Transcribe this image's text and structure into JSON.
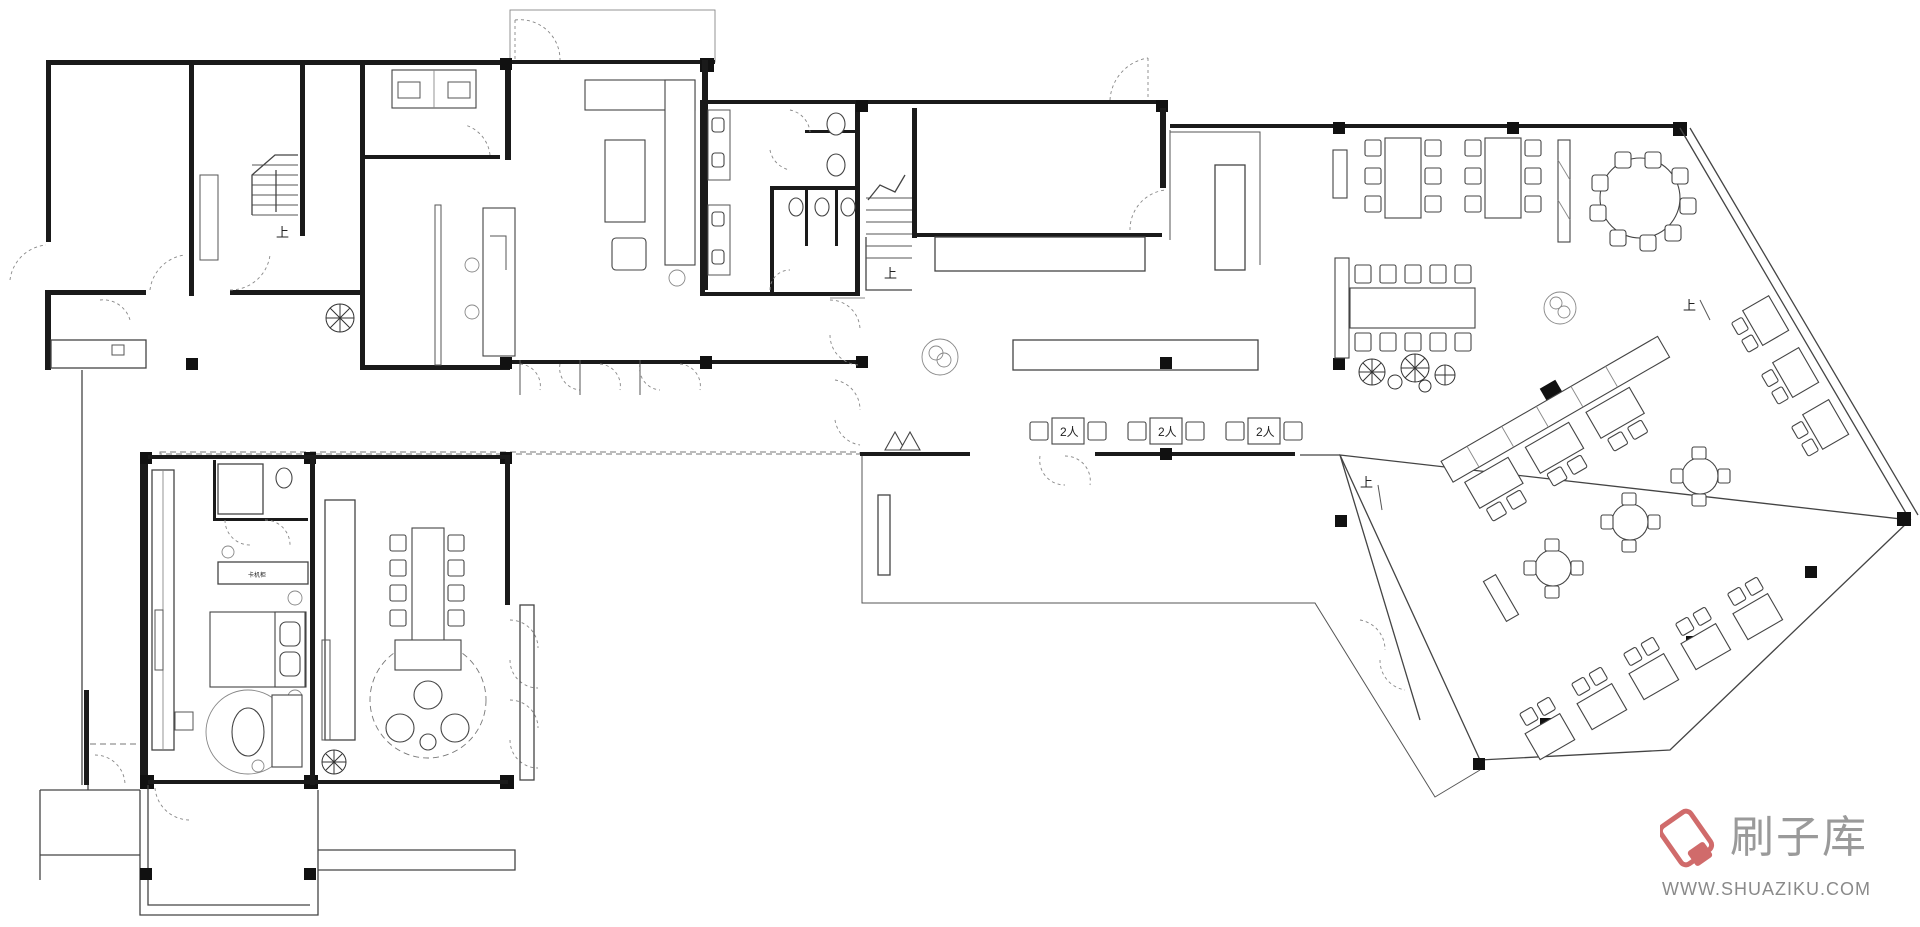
{
  "labels": {
    "up": "上",
    "two_person": "2人",
    "tv_cabinet": "卡机柜"
  },
  "watermark": {
    "brand": "刷子库",
    "url": "WWW.SHUAZIKU.COM",
    "logo_color": "#d06b6b"
  },
  "colors": {
    "wall": "#1a1a1a",
    "line": "#444444",
    "background": "#ffffff"
  }
}
